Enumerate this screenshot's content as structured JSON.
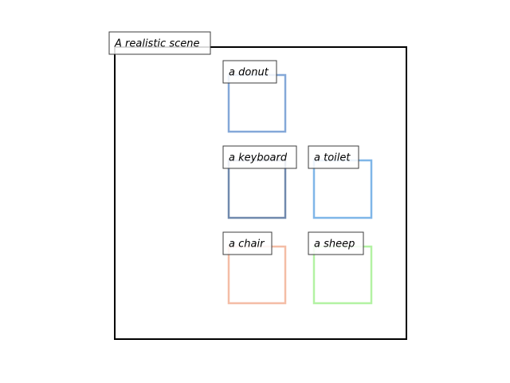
{
  "scene": {
    "label": "A realistic scene",
    "border_color": "#000000"
  },
  "objects": [
    {
      "label": "a donut",
      "color": "#84a8d8"
    },
    {
      "label": "a keyboard",
      "color": "#7089ad"
    },
    {
      "label": "a toilet",
      "color": "#7fb6e8"
    },
    {
      "label": "a chair",
      "color": "#f4bda6"
    },
    {
      "label": "a sheep",
      "color": "#b3f2a3"
    }
  ]
}
